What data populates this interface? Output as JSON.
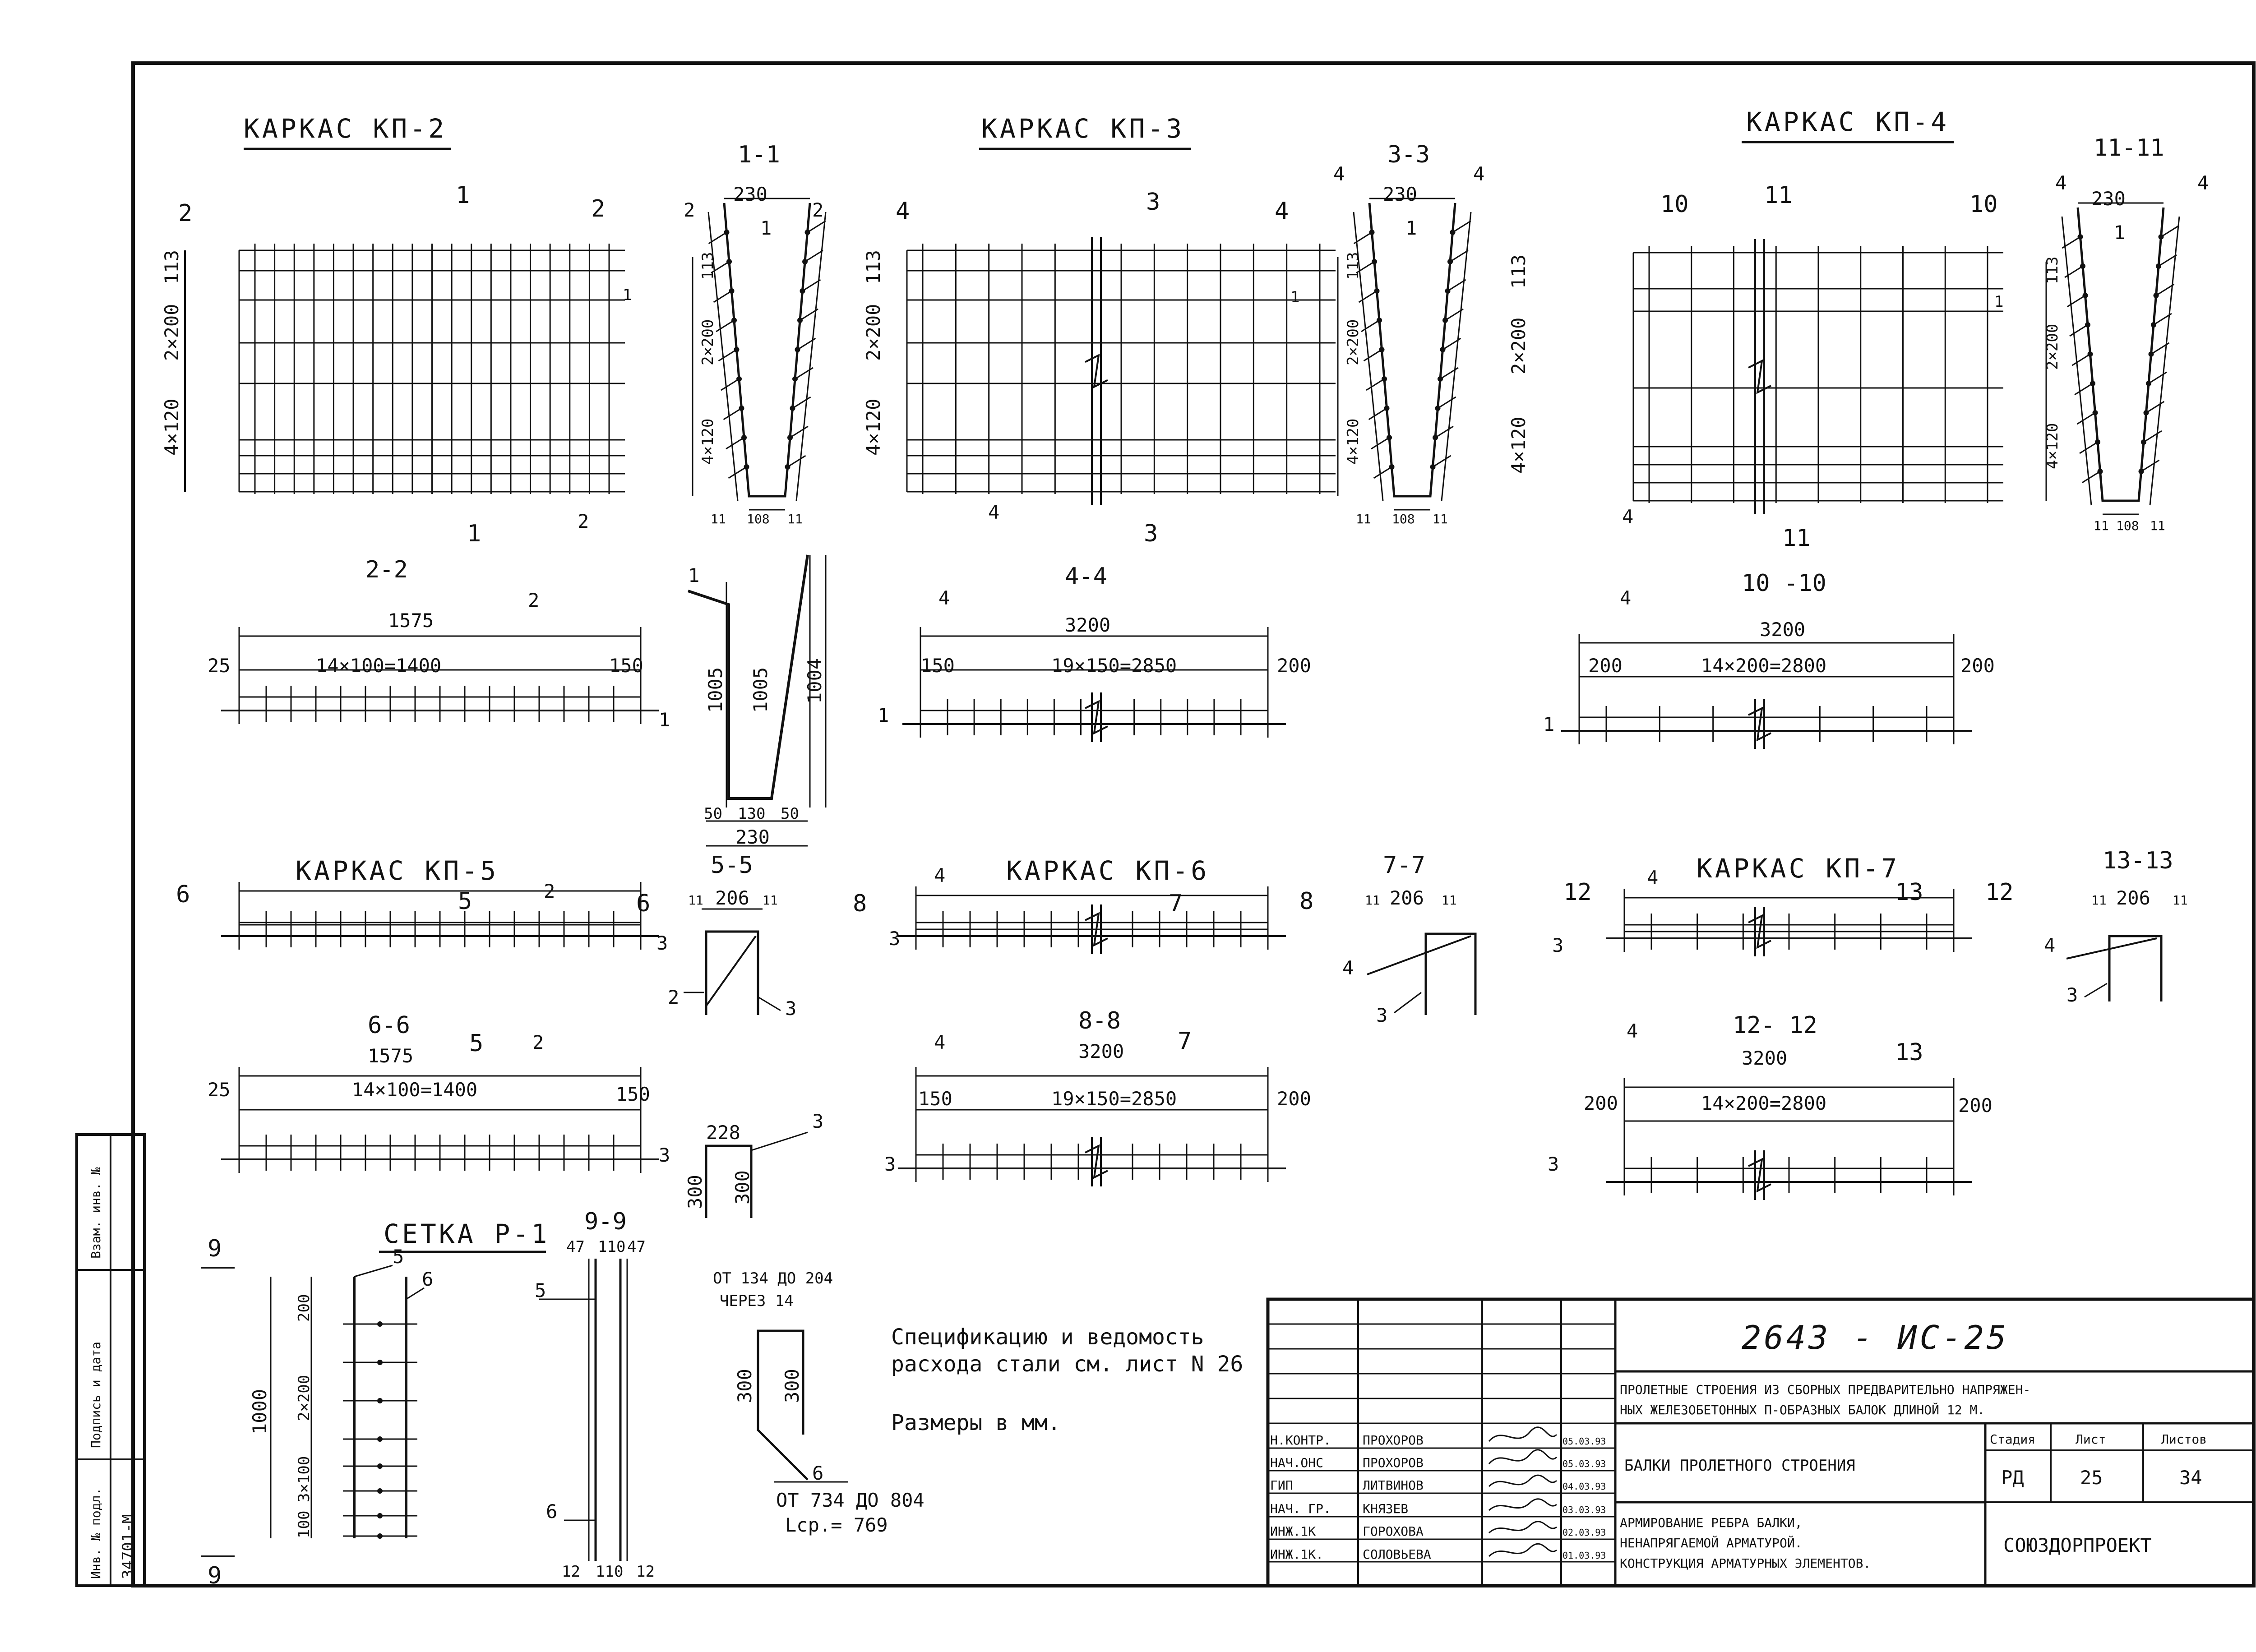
{
  "frames": {
    "kp2": {
      "title": "КАРКАС КП-2",
      "sec_left": "2",
      "sec_right": "2",
      "sec_top": "1",
      "sec_bottom": "1",
      "sec_bottom2": "2",
      "dim_top": "113",
      "dim_mid": "2×200",
      "dim_bot": "4×120",
      "bar": "1"
    },
    "kp3": {
      "title": "КАРКАС КП-3",
      "sec_left": "4",
      "sec_right": "4",
      "sec_top": "3",
      "sec_bottom": "3",
      "sec_bottom2": "4",
      "dim_top": "113",
      "dim_mid": "2×200",
      "dim_bot": "4×120",
      "bar": "1"
    },
    "kp4": {
      "title": "КАРКАС КП-4",
      "sec_left": "10",
      "sec_right": "10",
      "sec_top": "11",
      "sec_bottom": "11",
      "sec_bottom2": "4",
      "dim_top": "113",
      "dim_mid": "2×200",
      "dim_bot": "4×120",
      "bar": "1"
    },
    "kp5": {
      "title": "КАРКАС КП-5",
      "sec_left": "6",
      "sec_right": "6",
      "sec_top": "5",
      "mark": "2",
      "bar": "3"
    },
    "kp6": {
      "title": "КАРКАС КП-6",
      "sec_left": "8",
      "sec_right": "8",
      "sec_top": "7",
      "mark": "4",
      "bar": "3"
    },
    "kp7": {
      "title": "КАРКАС КП-7",
      "sec_left": "12",
      "sec_right": "12",
      "sec_top": "13",
      "mark": "4",
      "bar": "3"
    }
  },
  "sections": {
    "s11": {
      "title": "1-1",
      "width": "230",
      "bottom": [
        "11",
        "108",
        "11"
      ],
      "mark": "1",
      "side": "2",
      "dim_top": "113",
      "dim_mid": "2×200",
      "dim_bot": "4×120"
    },
    "s33": {
      "title": "3-3",
      "width": "230",
      "bottom": [
        "11",
        "108",
        "11"
      ],
      "mark": "1",
      "side": "4",
      "dim_top": "113",
      "dim_mid": "2×200",
      "dim_bot": "4×120"
    },
    "s1111": {
      "title": "11-11",
      "width": "230",
      "bottom": [
        "11",
        "108",
        "11"
      ],
      "mark": "1",
      "side": "4",
      "dim_top": "113",
      "dim_mid": "2×200",
      "dim_bot": "4×120"
    },
    "s55": {
      "title": "5-5",
      "width": "206",
      "edge": "11",
      "m2": "2",
      "m3": "3"
    },
    "s77": {
      "title": "7-7",
      "width": "206",
      "edge": "11",
      "m4": "4",
      "m3": "3"
    },
    "s1313": {
      "title": "13-13",
      "width": "206",
      "edge": "11",
      "m4": "4",
      "m3": "3"
    }
  },
  "views": {
    "v22": {
      "title": "2-2",
      "total": "1575",
      "mark": "2",
      "left": "25",
      "mid": "14×100=1400",
      "right": "150",
      "bar": "1"
    },
    "v44": {
      "title": "4-4",
      "total": "3200",
      "mark": "4",
      "left": "150",
      "mid": "19×150=2850",
      "right": "200",
      "bar": "1"
    },
    "v1010": {
      "title": "10 -10",
      "total": "3200",
      "mark": "4",
      "left": "200",
      "mid": "14×200=2800",
      "right": "200",
      "bar": "1"
    },
    "v66": {
      "title": "6-6",
      "total": "1575",
      "mark": "2",
      "left": "25",
      "mid": "14×100=1400",
      "right": "150",
      "bar": "3",
      "sec": "5"
    },
    "v88": {
      "title": "8-8",
      "total": "3200",
      "mark": "4",
      "left": "150",
      "mid": "19×150=2850",
      "right": "200",
      "bar": "3",
      "sec": "7"
    },
    "v1212": {
      "title": "12- 12",
      "total": "3200",
      "mark": "4",
      "left": "200",
      "mid": "14×200=2800",
      "right": "200",
      "bar": "3",
      "sec": "13"
    }
  },
  "bar1": {
    "mark": "1",
    "h1": "1005",
    "h2": "1005",
    "h3": "1004",
    "bottom": [
      "50",
      "130",
      "50"
    ],
    "total": "230"
  },
  "bar3": {
    "top": "228",
    "h1": "300",
    "h2": "300",
    "mark": "3"
  },
  "mesh": {
    "title": "СЕТКА Р-1",
    "sec": "9",
    "m5": "5",
    "m6": "6",
    "height": "1000",
    "d1": "200",
    "d2": "2×200",
    "d3": "3×100",
    "d4": "100"
  },
  "s99": {
    "title": "9-9",
    "top": [
      "47",
      "110",
      "47"
    ],
    "bottom": [
      "12",
      "110",
      "12"
    ],
    "m5": "5",
    "m6": "6"
  },
  "bar6": {
    "head1": "ОТ 134 ДО 204",
    "head2": "ЧЕРЕЗ 14",
    "h1": "300",
    "h2": "300",
    "mark": "6",
    "range": "ОТ 734 ДО 804",
    "lcp": "Lср.= 769"
  },
  "notes": {
    "line1": "Спецификацию  и ведомость",
    "line2": "расхода  стали  см. лист N 26",
    "line3": "Размеры  в  мм."
  },
  "stamp": {
    "code": "2643 - ИС-25",
    "desc1": "ПРОЛЕТНЫЕ СТРОЕНИЯ ИЗ СБОРНЫХ ПРЕДВАРИТЕЛЬНО НАПРЯЖЕН-",
    "desc2": "НЫХ ЖЕЛЕЗОБЕТОННЫХ П-ОБРАЗНЫХ БАЛОК ДЛИНОЙ 12 М.",
    "sub": "БАЛКИ  ПРОЛЕТНОГО  СТРОЕНИЯ",
    "t1": "АРМИРОВАНИЕ РЕБРА БАЛКИ,",
    "t2": "НЕНАПРЯГАЕМОЙ  АРМАТУРОЙ.",
    "t3": "КОНСТРУКЦИЯ АРМАТУРНЫХ ЭЛЕМЕНТОВ.",
    "h_stage": "Стадия",
    "h_sheet": "Лист",
    "h_sheets": "Листов",
    "stage": "РД",
    "sheet": "25",
    "sheets": "34",
    "org": "СОЮЗДОРПРОЕКТ",
    "rows": [
      {
        "role": "Н.КОНТР.",
        "name": "ПРОХОРОВ",
        "date": "05.03.93"
      },
      {
        "role": "НАЧ.ОНС",
        "name": "ПРОХОРОВ",
        "date": "05.03.93"
      },
      {
        "role": "ГИП",
        "name": "ЛИТВИНОВ",
        "date": "04.03.93"
      },
      {
        "role": "НАЧ. ГР.",
        "name": "КНЯЗЕВ",
        "date": "03.03.93"
      },
      {
        "role": "ИНЖ.1К",
        "name": "ГОРОХОВА",
        "date": "02.03.93"
      },
      {
        "role": "ИНЖ.1К.",
        "name": "СОЛОВЬЕВА",
        "date": "01.03.93"
      }
    ]
  },
  "sidebar": {
    "label1": "Взам. инв. №",
    "label2": "Подпись и дата",
    "label3": "Инв. № подл.",
    "inv": "34701-М"
  }
}
